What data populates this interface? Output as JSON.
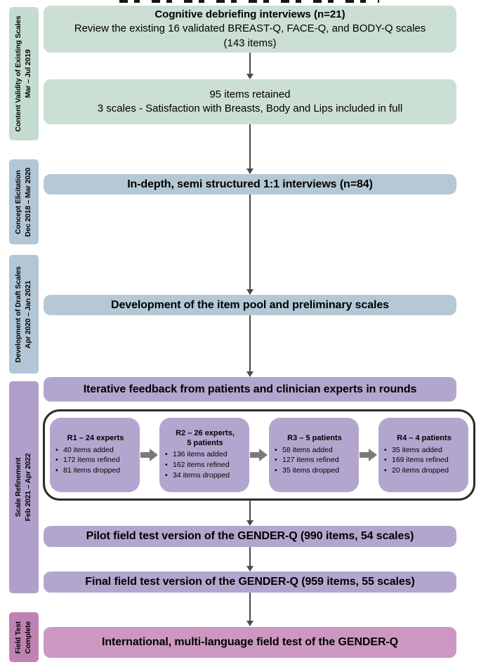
{
  "phases": [
    {
      "line1": "Content Validity of Existing Scales",
      "line2": "Mar – Jul 2019"
    },
    {
      "line1": "Concept Elicitation",
      "line2": "Dec 2018 – Mar 2020"
    },
    {
      "line1": "Development of Draft Scales",
      "line2": "Apr 2020 – Jan 2021"
    },
    {
      "line1": "Scale Refinement",
      "line2": "Feb 2021 – Apr 2022"
    },
    {
      "line1": "Field Test",
      "line2": "Complete"
    }
  ],
  "flow": {
    "step1": {
      "heading": "Cognitive debriefing interviews (n=21)",
      "line2": "Review the existing 16 validated BREAST-Q, FACE-Q, and BODY-Q scales",
      "line3": "(143 items)"
    },
    "step2": {
      "line1": "95 items retained",
      "line2": "3 scales - Satisfaction with Breasts, Body and Lips included in full"
    },
    "step3": {
      "label": "In-depth, semi structured 1:1 interviews (n=84)"
    },
    "step4": {
      "label": "Development of the item pool and preliminary scales"
    },
    "step5": {
      "label": "Iterative feedback from patients and clinician experts in rounds"
    },
    "rounds": [
      {
        "title1": "R1 – 24 experts",
        "title2": "",
        "bullets": [
          "40 items added",
          "172 items refined",
          "81 items dropped"
        ]
      },
      {
        "title1": "R2 – 26 experts,",
        "title2": "5 patients",
        "bullets": [
          "136 items added",
          "162 items refined",
          "34 items dropped"
        ]
      },
      {
        "title1": "R3 – 5 patients",
        "title2": "",
        "bullets": [
          "58 items added",
          "127 items refined",
          "35 items dropped"
        ]
      },
      {
        "title1": "R4 – 4 patients",
        "title2": "",
        "bullets": [
          "35 items added",
          "169 items refined",
          "20 items dropped"
        ]
      }
    ],
    "step6": {
      "label": "Pilot field test version of the GENDER-Q (990 items, 54 scales)"
    },
    "step7": {
      "label": "Final field test version of the GENDER-Q (959 items, 55 scales)"
    },
    "step8": {
      "label": "International, multi-language field test of the GENDER-Q"
    }
  },
  "colors": {
    "green_box": "#cbdfd4",
    "green_sidebar": "#c5ddd1",
    "blue_box": "#b5c8d6",
    "blue_sidebar": "#b3c6d5",
    "purple_box": "#b3a6ce",
    "purple_sidebar": "#af9fca",
    "pink_box": "#cc98c1",
    "pink_sidebar": "#c082b2",
    "arrow": "#4a4a4a",
    "block_arrow": "#7a7a7a",
    "rounds_border": "#2b2b2b"
  }
}
